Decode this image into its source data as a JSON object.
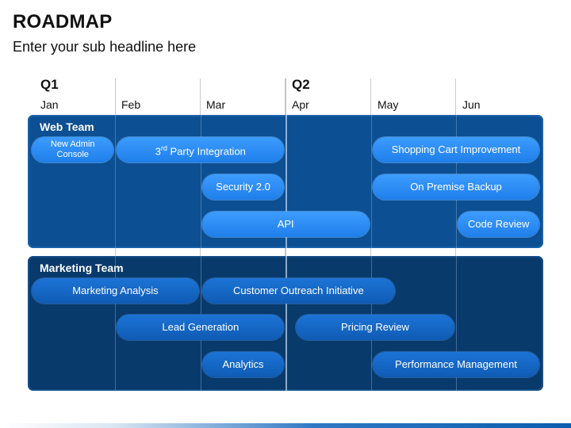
{
  "header": {
    "title": "ROADMAP",
    "subtitle": "Enter your sub headline here"
  },
  "timeline": {
    "quarters": [
      "Q1",
      "Q2"
    ],
    "months": [
      "Jan",
      "Feb",
      "Mar",
      "Apr",
      "May",
      "Jun"
    ]
  },
  "teams": [
    {
      "name": "Web Team",
      "tasks": [
        {
          "label_lines": [
            "New Admin",
            "Console"
          ],
          "start": 0.0,
          "end": 1.0,
          "row": 0
        },
        {
          "label": "3",
          "label_sup": "rd",
          "label_rest": " Party Integration",
          "start": 1.0,
          "end": 3.0,
          "row": 0
        },
        {
          "label": "Shopping Cart Improvement",
          "start": 4.0,
          "end": 6.0,
          "row": 0
        },
        {
          "label": "Security 2.0",
          "start": 2.0,
          "end": 3.0,
          "row": 1
        },
        {
          "label": "On Premise Backup",
          "start": 4.0,
          "end": 6.0,
          "row": 1
        },
        {
          "label": "API",
          "start": 2.0,
          "end": 4.0,
          "row": 2
        },
        {
          "label": "Code Review",
          "start": 5.0,
          "end": 6.0,
          "row": 2
        }
      ]
    },
    {
      "name": "Marketing Team",
      "tasks": [
        {
          "label": "Marketing Analysis",
          "start": 0.0,
          "end": 2.0,
          "row": 0
        },
        {
          "label": "Customer Outreach Initiative",
          "start": 2.0,
          "end": 4.3,
          "row": 0
        },
        {
          "label": "Lead Generation",
          "start": 1.0,
          "end": 3.0,
          "row": 1
        },
        {
          "label": "Pricing Review",
          "start": 3.1,
          "end": 5.0,
          "row": 1
        },
        {
          "label": "Analytics",
          "start": 2.0,
          "end": 3.0,
          "row": 2
        },
        {
          "label": "Performance Management",
          "start": 4.0,
          "end": 6.0,
          "row": 2
        }
      ]
    }
  ],
  "colors": {
    "web_panel": "#0c4f92",
    "marketing_panel": "#093a6c",
    "web_task": "#2b8cf5",
    "marketing_task": "#1568c5"
  }
}
